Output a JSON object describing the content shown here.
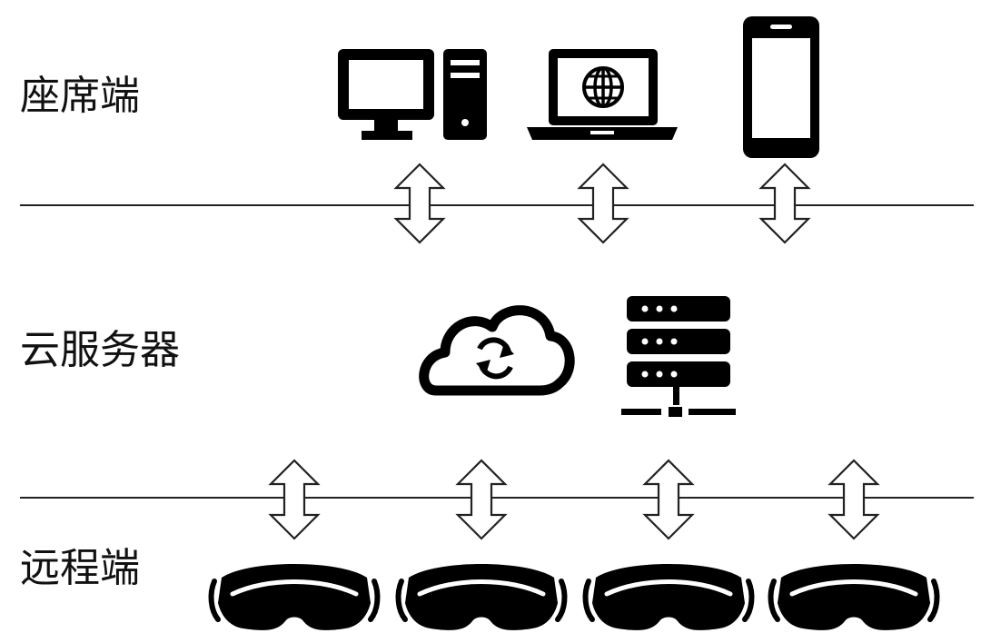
{
  "tiers": {
    "seat": {
      "label": "座席端"
    },
    "cloud": {
      "label": "云服务器"
    },
    "remote": {
      "label": "远程端"
    }
  },
  "devices": {
    "seat": [
      "desktop-computer-icon",
      "laptop-globe-icon",
      "smartphone-icon"
    ],
    "cloud": [
      "cloud-sync-icon",
      "server-rack-icon"
    ],
    "remote": [
      "vr-headset-icon",
      "vr-headset-icon",
      "vr-headset-icon",
      "vr-headset-icon"
    ]
  },
  "colors": {
    "ink": "#000000",
    "arrow_fill": "#ffffff",
    "line": "#222222"
  }
}
